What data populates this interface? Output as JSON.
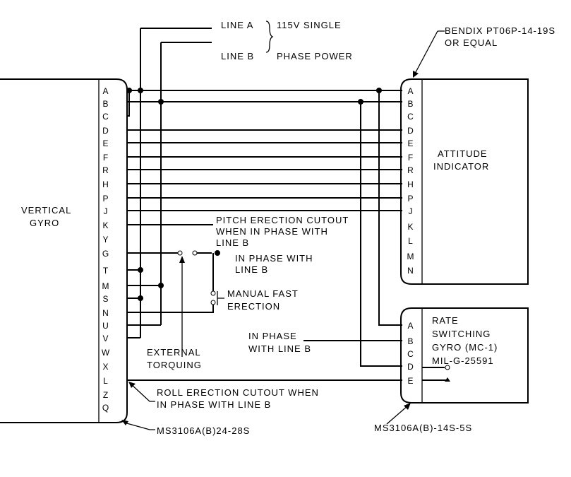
{
  "labels": {
    "line_a": "LINE A",
    "line_b": "LINE B",
    "power_1": "115V SINGLE",
    "power_2": "PHASE POWER",
    "bendix_1": "BENDIX PT06P-14-19S",
    "bendix_2": "OR EQUAL",
    "vertical_gyro_1": "VERTICAL",
    "vertical_gyro_2": "GYRO",
    "attitude_1": "ATTITUDE",
    "attitude_2": "INDICATOR",
    "pitch_1": "PITCH ERECTION CUTOUT",
    "pitch_2": "WHEN IN PHASE WITH",
    "pitch_3": "LINE B",
    "inphase_1": "IN PHASE WITH",
    "inphase_2": "LINE B",
    "manual_1": "MANUAL FAST",
    "manual_2": "ERECTION",
    "inphase_rate_1": "IN PHASE",
    "inphase_rate_2": "WITH LINE B",
    "ext_1": "EXTERNAL",
    "ext_2": "TORQUING",
    "rate_1": "RATE",
    "rate_2": "SWITCHING",
    "rate_3": "GYRO (MC-1)",
    "rate_4": "MIL-G-25591",
    "roll_1": "ROLL ERECTION CUTOUT WHEN",
    "roll_2": "IN PHASE WITH LINE B",
    "conn_left": "MS3106A(B)24-28S",
    "conn_rate": "MS3106A(B)-14S-5S"
  },
  "gyro_pins": [
    "A",
    "B",
    "C",
    "D",
    "E",
    "F",
    "R",
    "H",
    "P",
    "J",
    "K",
    "Y",
    "G",
    "T",
    "M",
    "S",
    "N",
    "U",
    "V",
    "W",
    "X",
    "L",
    "Z",
    "Q"
  ],
  "attitude_pins": [
    "A",
    "B",
    "C",
    "D",
    "E",
    "F",
    "R",
    "H",
    "P",
    "J",
    "K",
    "L",
    "M",
    "N"
  ],
  "rate_pins": [
    "A",
    "B",
    "C",
    "D",
    "E"
  ]
}
